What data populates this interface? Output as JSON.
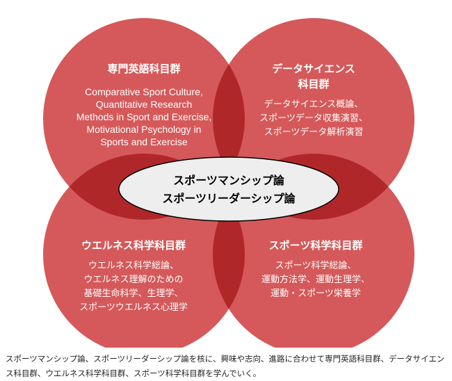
{
  "colors": {
    "circle_fill": "#d5595a",
    "overlap_fill": "#b0272a",
    "center_fill": "#eeeeee",
    "center_stroke": "#000000",
    "text_light": "#ffffff",
    "text_dark": "#000000"
  },
  "circles": {
    "top_left": {
      "title": "専門英語科目群",
      "lines": [
        "Comparative Sport Culture,",
        "Quantitative Research",
        "Methods in Sport and Exercise,",
        "Motivational Psychology in",
        "Sports and Exercise"
      ]
    },
    "top_right": {
      "title_lines": [
        "データサイエンス",
        "科目群"
      ],
      "lines": [
        "データサイエンス概論、",
        "スポーツデータ収集演習、",
        "スポーツデータ解析演習"
      ]
    },
    "bottom_left": {
      "title": "ウエルネス科学科目群",
      "lines": [
        "ウエルネス科学総論、",
        "ウエルネス理解のための",
        "基礎生命科学、生理学、",
        "スポーツウエルネス心理学"
      ]
    },
    "bottom_right": {
      "title": "スポーツ科学科目群",
      "lines": [
        "スポーツ科学総論、",
        "運動方法学、運動生理学、",
        "運動・スポーツ栄養学"
      ]
    }
  },
  "center": {
    "lines": [
      "スポーツマンシップ論",
      "スポーツリーダーシップ論"
    ]
  },
  "caption": "スポーツマンシップ論、スポーツリーダーシップ論を核に、興味や志向、進路に合わせて専門英語科目群、データサイエンス科目群、ウエルネス科学科目群、スポーツ科学科目群を学んでいく。"
}
